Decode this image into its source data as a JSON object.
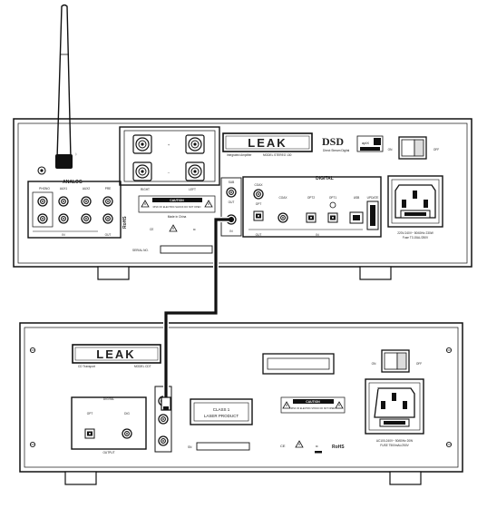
{
  "top_unit": {
    "brand": "LEAK",
    "brand_sub": "Integrated Amplifier",
    "model": "MODEL STEREO 130",
    "dsd": "DSD",
    "dsd_sub": "Direct Stream Digital",
    "aptx": "aptX",
    "power_on": "ON",
    "power_off": "OFF",
    "speakers": {
      "plus": "+",
      "minus": "–",
      "right": "RIGHT",
      "left": "LEFT"
    },
    "analog": {
      "title": "ANALOG",
      "inputs": [
        "PHONO",
        "AUX1",
        "AUX2",
        "PRE"
      ],
      "in_label": "IN",
      "out_label": "OUT",
      "rohs": "RoHS"
    },
    "sub_labels": [
      "SUB",
      "OUT"
    ],
    "digital": {
      "title": "DIGITAL",
      "coax_label": "COAX",
      "opt_label": "OPT",
      "inputs": [
        "COAX",
        "OPT2",
        "OPT1",
        "USB",
        "UPDATE"
      ],
      "in_label": "IN",
      "out_label": "OUT"
    },
    "caution": "CAUTION",
    "caution_sub": "RISK OF ELECTRIC SHOCK DO NOT OPEN",
    "made_in": "Made in China",
    "serial": "SERIAL NO.",
    "rating": "220V-240V~ 50/60Hz 230W",
    "fuse": "Fuse T3.15AL/250V"
  },
  "bottom_unit": {
    "brand": "LEAK",
    "brand_sub": "CD Transport",
    "model": "MODEL CDT",
    "power_on": "ON",
    "power_off": "OFF",
    "digital": {
      "title": "DIGITAL",
      "opt": "OPT",
      "dig": "DIG",
      "output": "OUTPUT"
    },
    "laser": [
      "CLASS 1",
      "LASER PRODUCT"
    ],
    "caution": "CAUTION",
    "caution_sub": "RISK OF ELECTRIC SHOCK DO NOT OPEN",
    "sn": "SN",
    "rohs": "RoHS",
    "rating": "AC100-240V~ 50/60Hz 20W",
    "fuse": "FUSE T500mAL/250V"
  }
}
